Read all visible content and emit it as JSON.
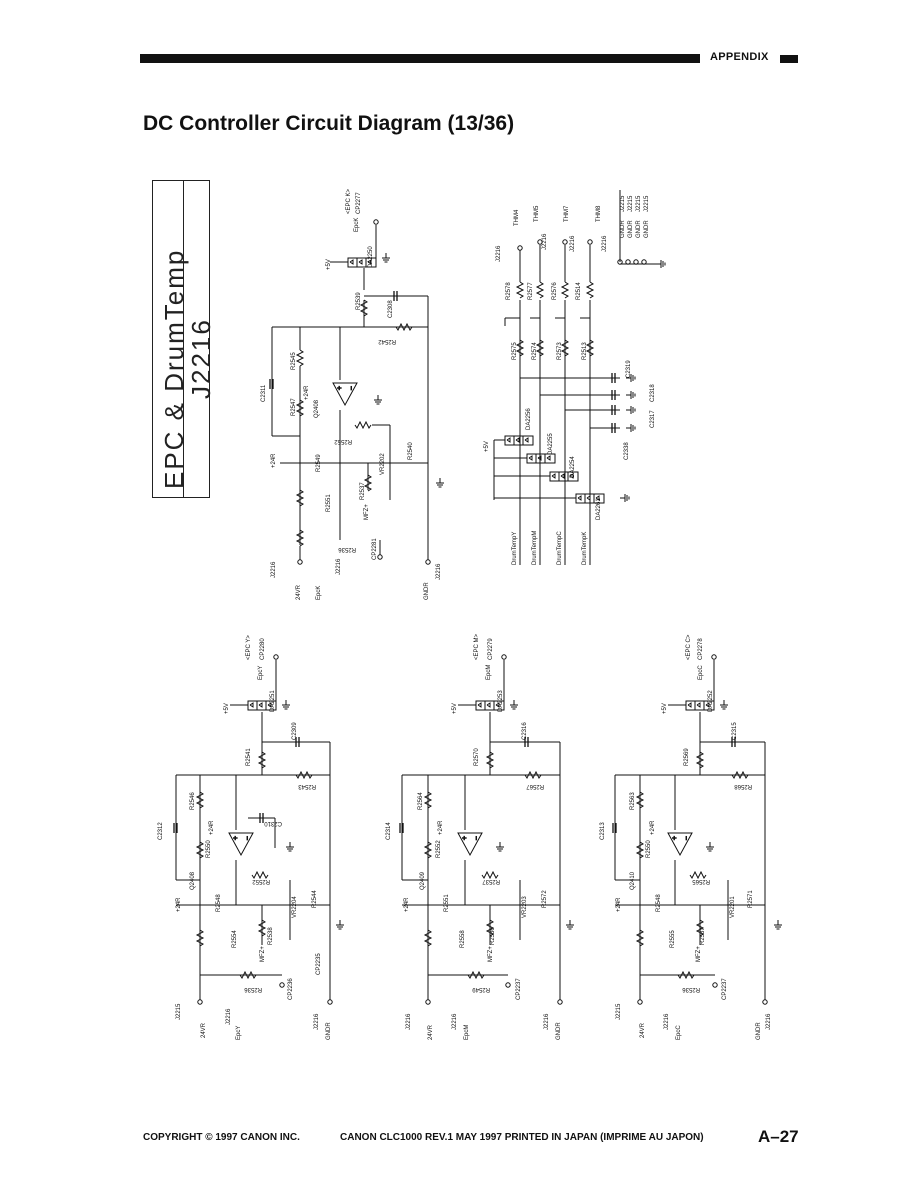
{
  "header": {
    "section": "APPENDIX"
  },
  "title": "DC Controller Circuit Diagram (13/36)",
  "title_box": {
    "line1": "EPC & DrumTemp",
    "line2": "J2216"
  },
  "labels": {
    "j2216": "J2216",
    "j2215": "J2215",
    "v24r": "24VR",
    "eepck": "EpcK",
    "epcy": "EpcY",
    "epcm": "EpcM",
    "epcc": "EpcC",
    "gndr": "GNDR",
    "v24r_net": "+24R",
    "v5": "+5V",
    "mfz": "MFZ+",
    "epc_k": "<EPC K>",
    "epc_y": "<EPC Y>",
    "epc_m": "<EPC M>",
    "epc_c": "<EPC C>",
    "cp2277": "CP2277",
    "cp2280": "CP2280",
    "cp2279": "CP2279",
    "cp2278": "CP2278",
    "da2250": "DA2250",
    "da2251": "DA2251",
    "da2253": "DA2253",
    "da2252": "DA2252",
    "c2308": "C2308",
    "c2311": "C2311",
    "r2539": "R2539",
    "r2545": "R2545",
    "r2542": "R2542",
    "r2547": "R2547",
    "q2408": "Q2408",
    "r2549": "R2549",
    "r2551": "R2551",
    "vr2202": "VR2202",
    "r2537": "R2537",
    "r2540": "R2540",
    "r2552": "R2552",
    "r2536": "R2536",
    "cp2281": "CP2281",
    "thm4": "THM4",
    "thm5": "THM5",
    "thm7": "THM7",
    "thm8": "THM8",
    "r2578": "R2578",
    "r2575": "R2575",
    "r2577": "R2577",
    "r2574": "R2574",
    "r2576": "R2576",
    "r2573": "R2573",
    "r2514": "R2514",
    "r2513": "R2513",
    "c2319": "C2319",
    "c2318": "C2318",
    "c2317": "C2317",
    "c2338": "C2338",
    "da2255": "DA2255",
    "da2256": "DA2256",
    "da2254": "DA2254",
    "da2261": "DA2261",
    "drumtempy": "DrumTempY",
    "drumtempm": "DrumTempM",
    "drumtempc": "DrumTempC",
    "drumtempk": "DrumTempK",
    "c2309": "C2309",
    "c2310": "C2310",
    "c2312": "C2312",
    "r2541": "R2541",
    "r2546": "R2546",
    "r2550": "R2550",
    "r2548": "R2548",
    "r2543": "R2543",
    "r2544": "R2544",
    "vr2204": "VR2204",
    "r2538": "R2538",
    "r2554": "R2554",
    "cp2235": "CP2235",
    "cp2236": "CP2236",
    "c2316": "C2316",
    "c2314": "C2314",
    "r2570": "R2570",
    "r2564": "R2564",
    "r2567": "R2567",
    "q2409": "Q2409",
    "vr2203": "VR2203",
    "r2572": "R2572",
    "r2558": "R2558",
    "cp2237": "CP2237",
    "c2315": "C2315",
    "c2313": "C2313",
    "r2569": "R2569",
    "r2563": "R2563",
    "r2568": "R2568",
    "q2410": "Q2410",
    "vr2201": "VR2201",
    "r2571": "R2571",
    "r2555": "R2555",
    "r2565": "R2565"
  },
  "footer": {
    "copyright": "COPYRIGHT © 1997 CANON INC.",
    "center": "CANON CLC1000 REV.1 MAY 1997 PRINTED IN JAPAN (IMPRIME AU JAPON)",
    "page": "A–27"
  }
}
